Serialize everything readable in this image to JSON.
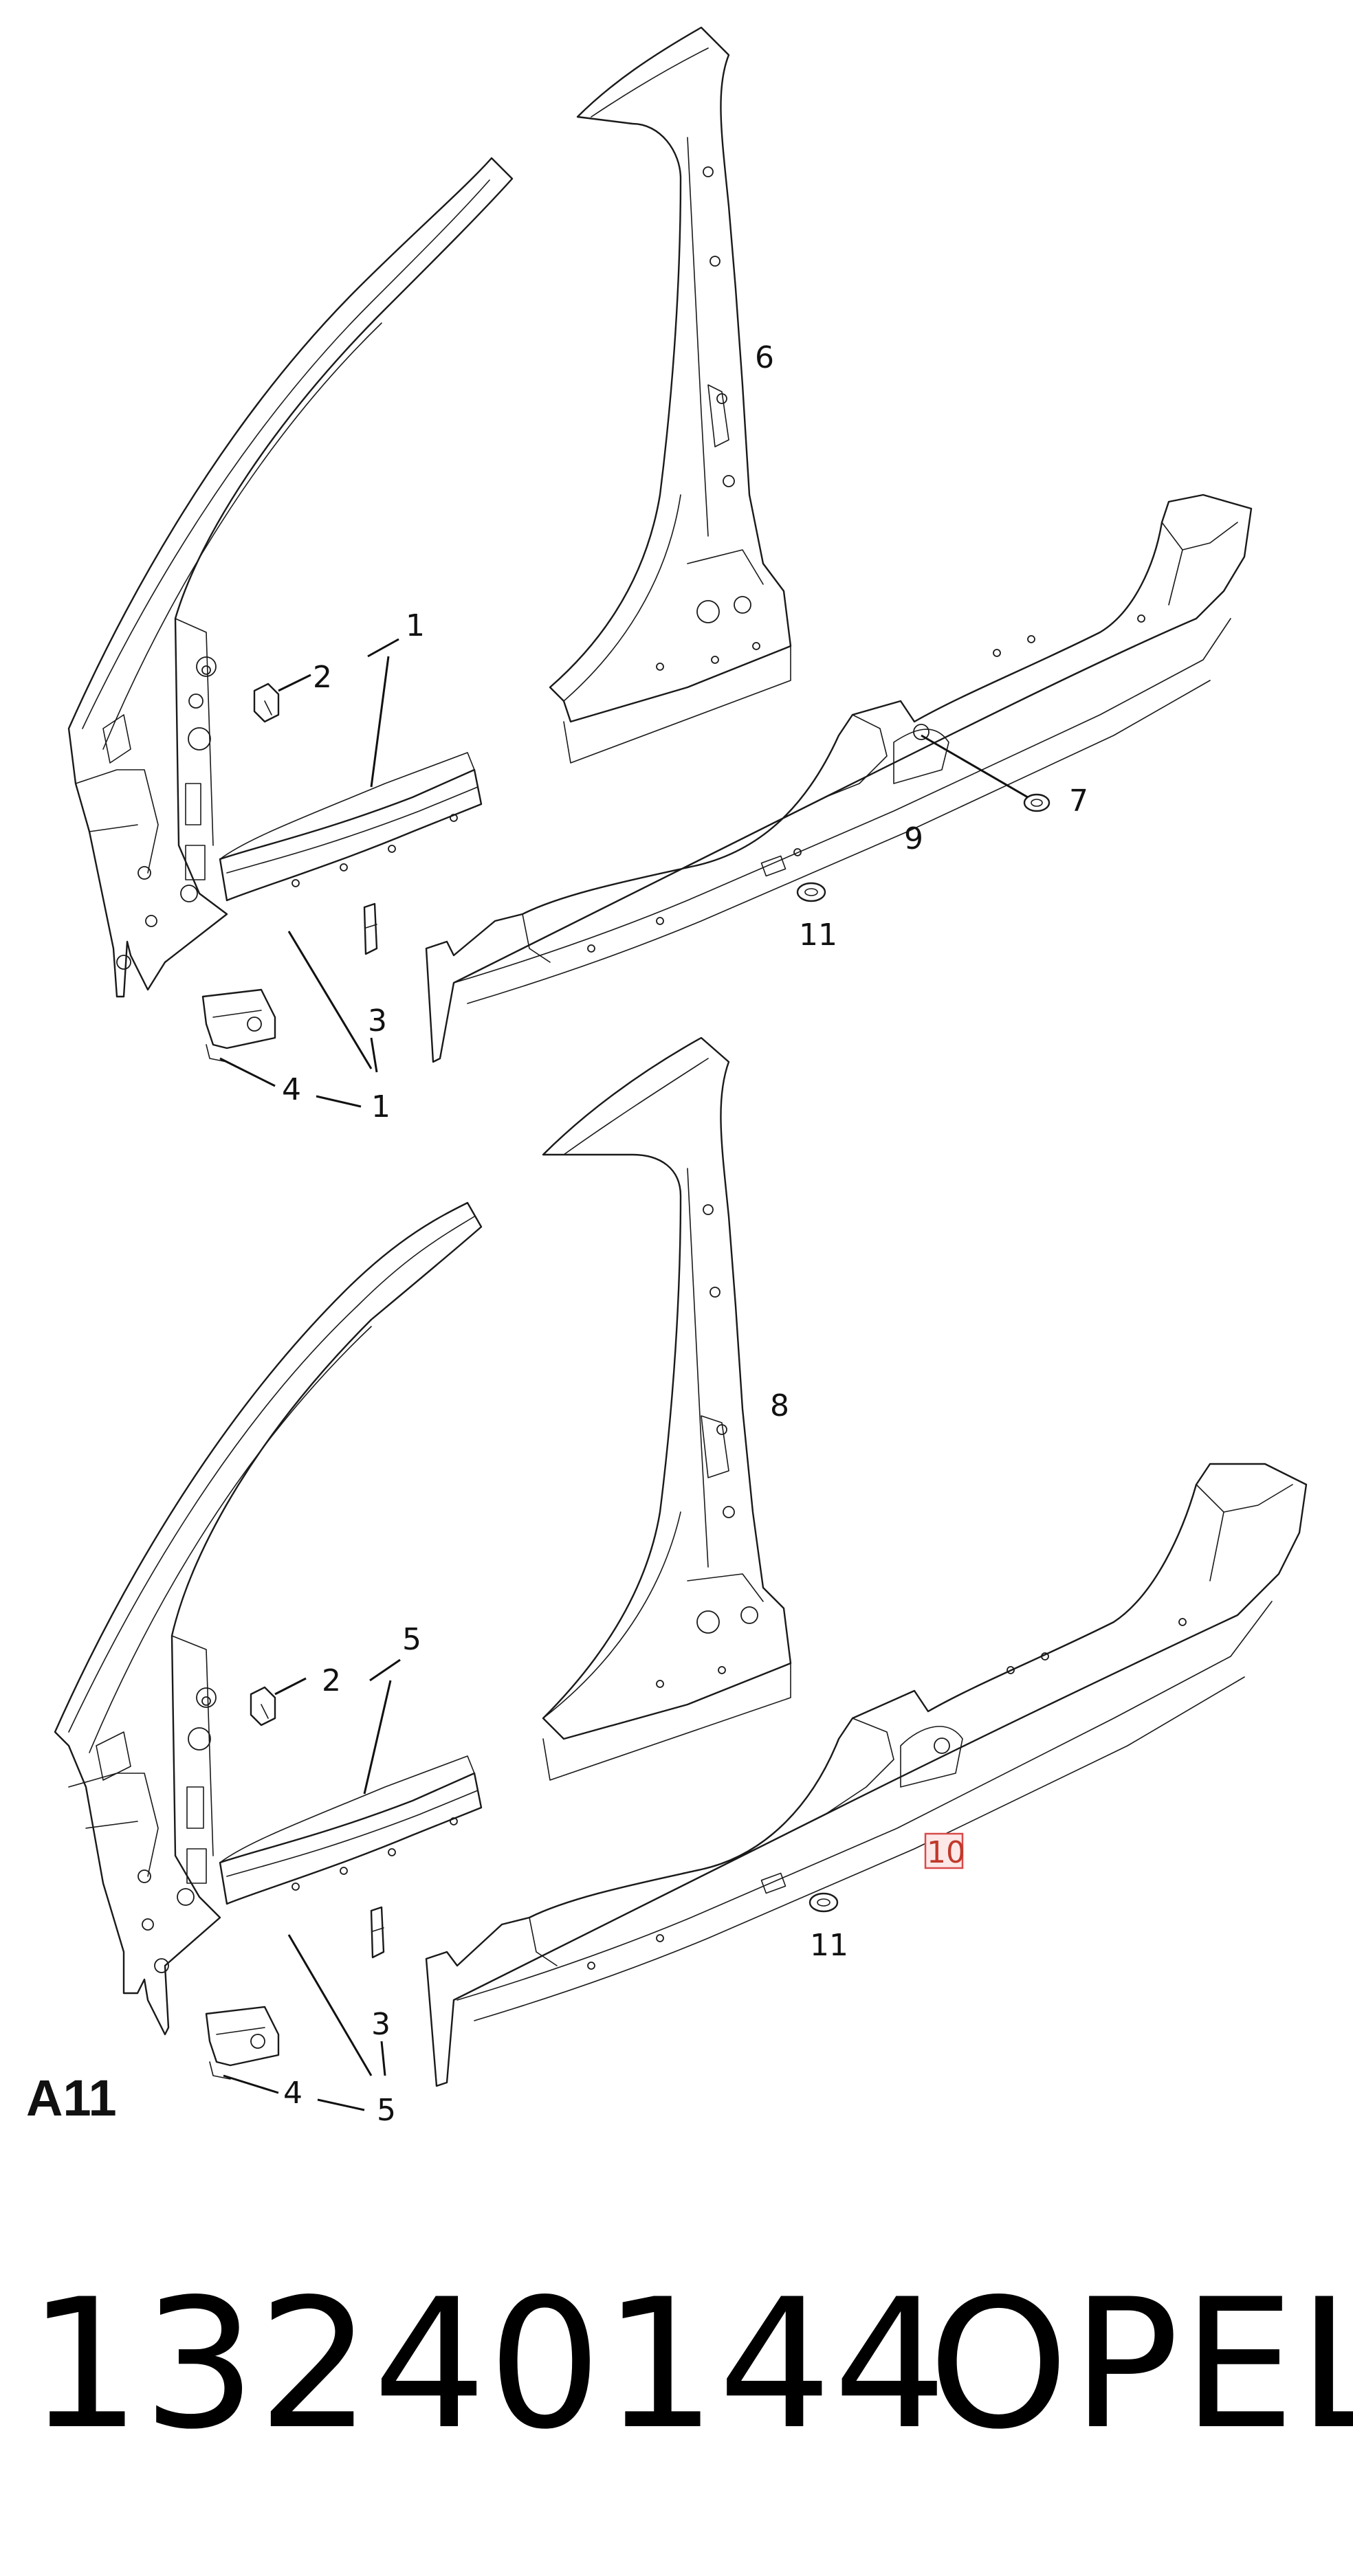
{
  "callouts": {
    "top": {
      "c1a": "1",
      "c2": "2",
      "c1b": "1",
      "c3": "3",
      "c4": "4",
      "c6": "6",
      "c7": "7",
      "c9": "9",
      "c11": "11"
    },
    "bottom": {
      "c5a": "5",
      "c2": "2",
      "c3": "3",
      "c4": "4",
      "c5b": "5",
      "c8": "8",
      "c10": "10",
      "c11": "11"
    },
    "highlighted": "10"
  },
  "section_code": "A11",
  "footer": {
    "part_number": "13240144",
    "brand": "OPEL"
  },
  "colors": {
    "line": "#1a1a1a",
    "highlight_fill": "#fde8e8",
    "highlight_stroke": "#d84a4a"
  }
}
